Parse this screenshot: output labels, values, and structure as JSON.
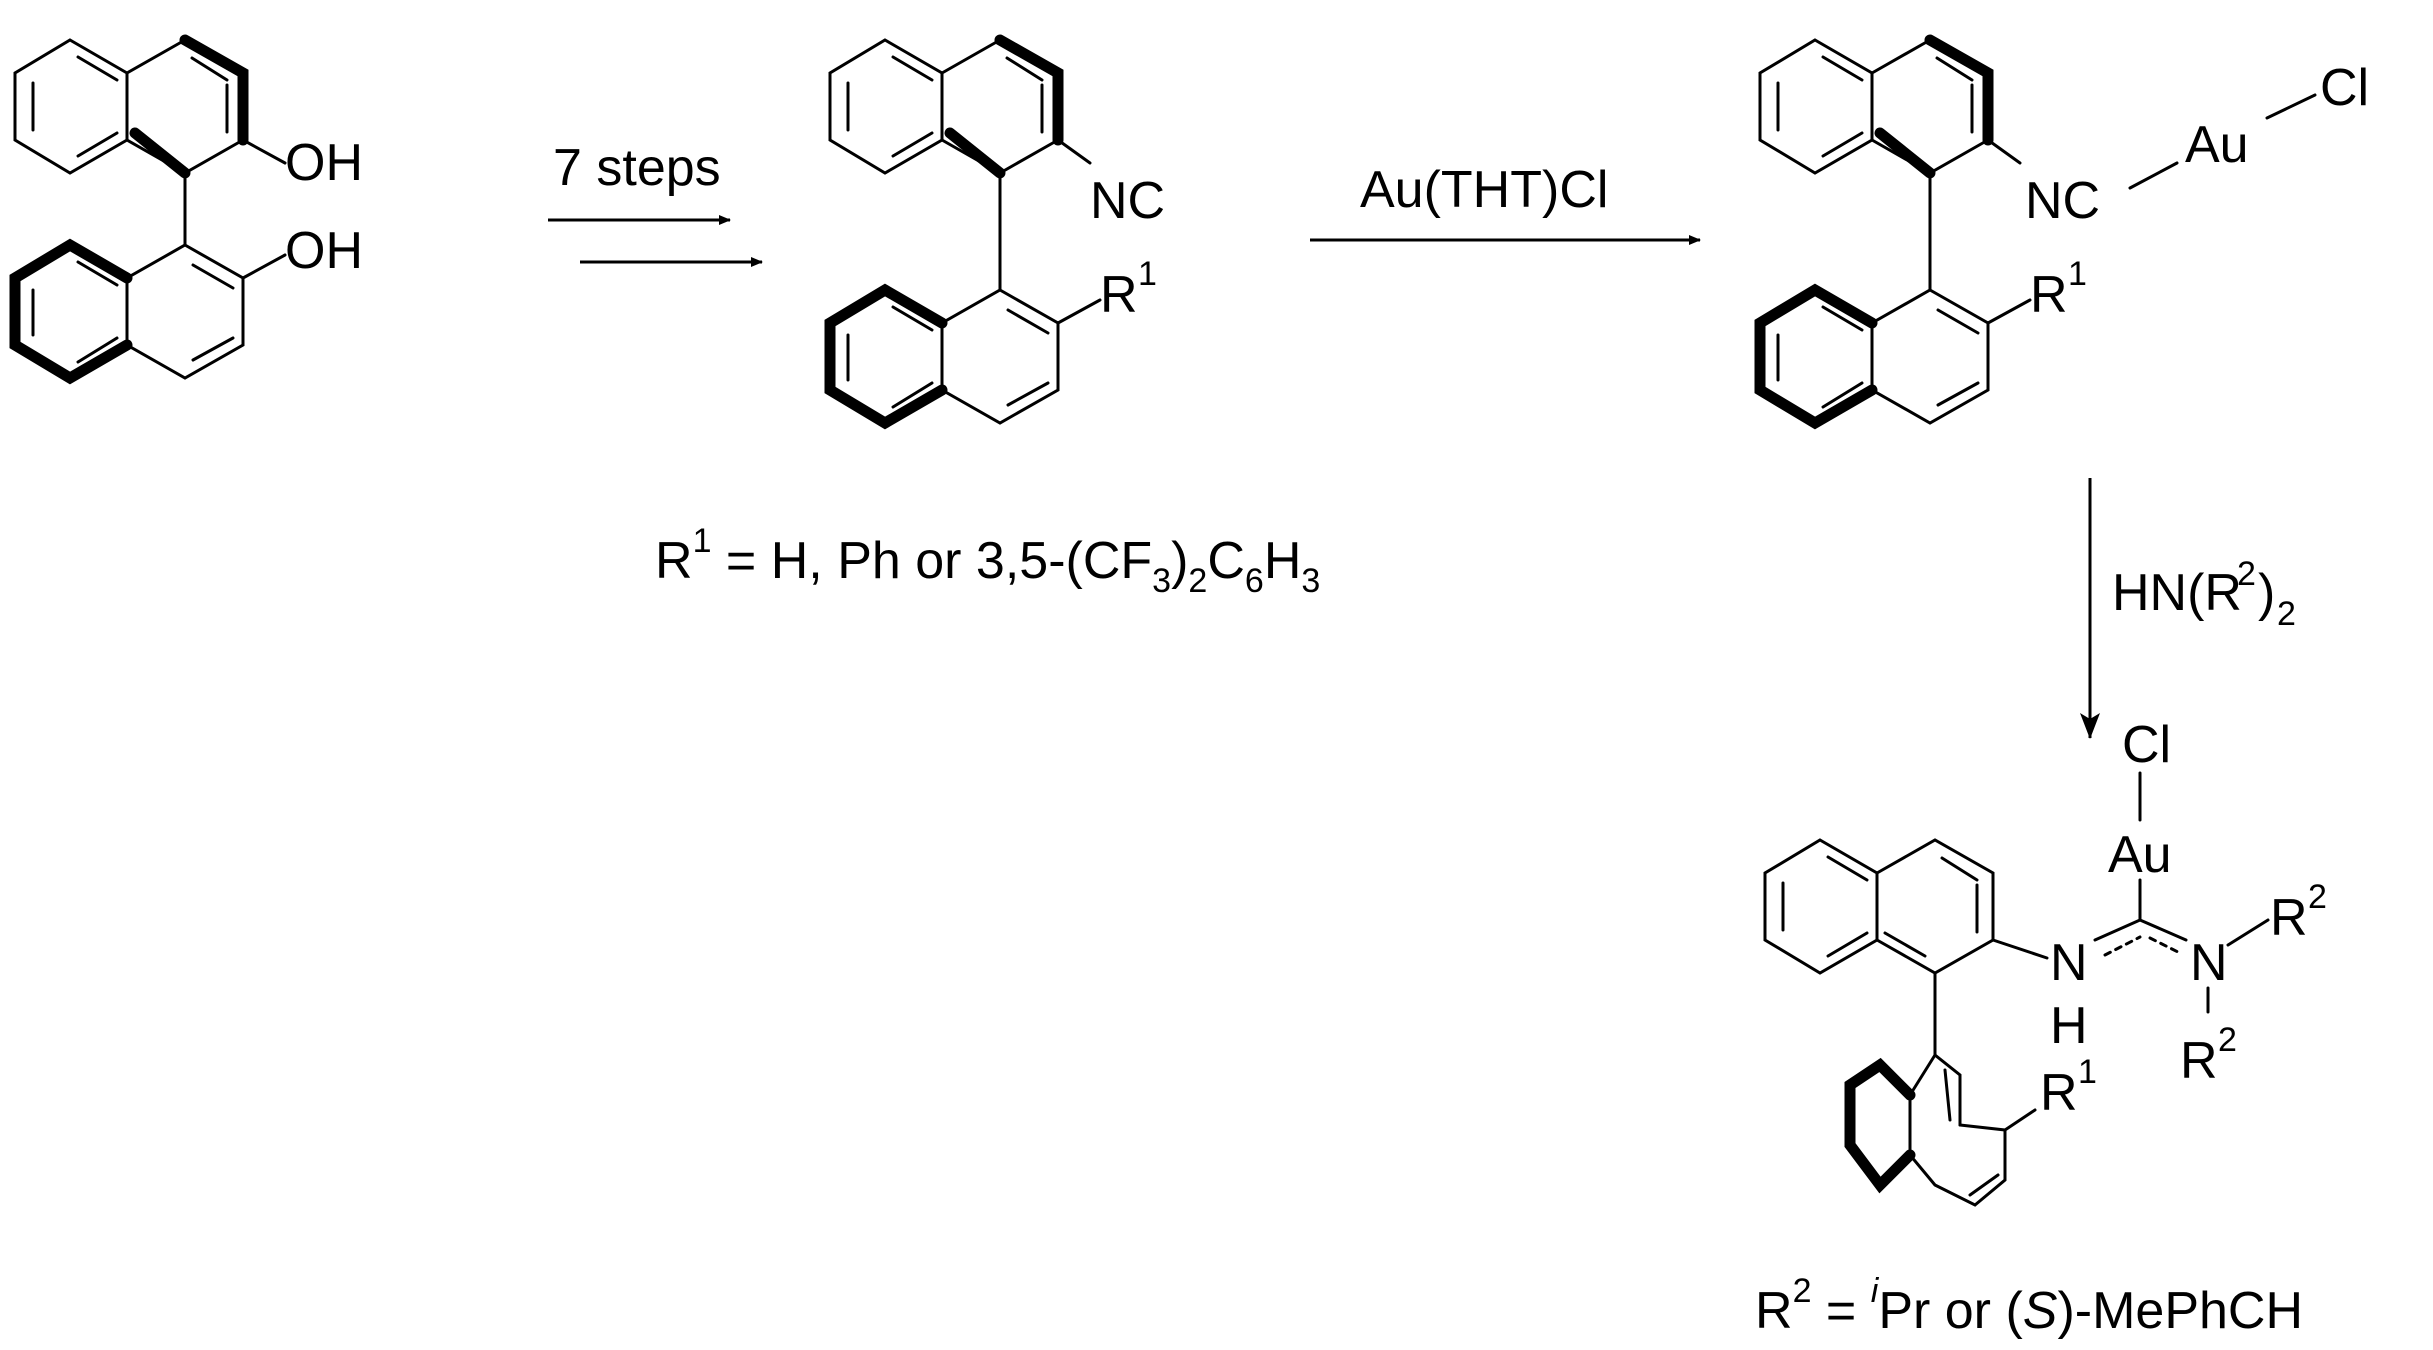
{
  "scheme": {
    "arrow1_label": "7 steps",
    "arrow2_label": "Au(THT)Cl",
    "arrow3_label": "HN(R",
    "arrow3_label_sup": "2",
    "arrow3_label_end": ")",
    "arrow3_label_sub": "2"
  },
  "binol": {
    "oh_top": "OH",
    "oh_bottom": "OH"
  },
  "isocyanide": {
    "nc": "NC",
    "r": "R",
    "r_sup": "1"
  },
  "gold_complex": {
    "nc": "NC",
    "au": "Au",
    "cl": "Cl",
    "r": "R",
    "r_sup": "1"
  },
  "carbene": {
    "cl": "Cl",
    "au": "Au",
    "nh_n": "N",
    "nh_h": "H",
    "n": "N",
    "r2a": "R",
    "r2a_sup": "2",
    "r2b": "R",
    "r2b_sup": "2",
    "r1": "R",
    "r1_sup": "1"
  },
  "notes": {
    "r1_def": {
      "r": "R",
      "sup": "1",
      "text": " = H, Ph or 3,5-(CF",
      "s1": "3",
      "t2": ")",
      "s2": "2",
      "t3": "C",
      "s3": "6",
      "t4": "H",
      "s4": "3"
    },
    "r2_def": {
      "r": "R",
      "sup": "2",
      "t1": " = ",
      "isup": "i",
      "t2": "Pr or (",
      "s_italic": "S",
      "t3": ")-MePhCH"
    }
  }
}
